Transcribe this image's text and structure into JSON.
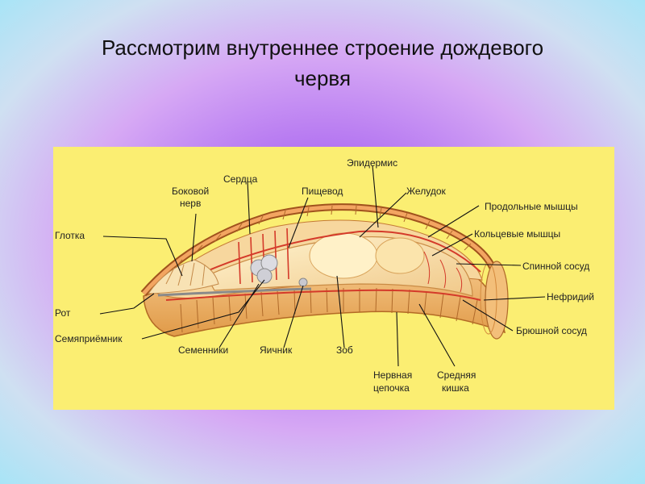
{
  "slide": {
    "title_line1": "Рассмотрим внутреннее строение дождевого",
    "title_line2": "червя"
  },
  "diagram": {
    "labels": {
      "epidermis": "Эпидермис",
      "hearts": "Сердца",
      "lateral_nerve_1": "Боковой",
      "lateral_nerve_2": "нерв",
      "esophagus": "Пищевод",
      "gizzard": "Желудок",
      "longitudinal_muscles": "Продольные мышцы",
      "pharynx": "Глотка",
      "circular_muscles": "Кольцевые мышцы",
      "dorsal_vessel": "Спинной сосуд",
      "nephridium": "Нефридий",
      "mouth": "Рот",
      "ventral_vessel": "Брюшной сосуд",
      "seminal_receptacle": "Семяприёмник",
      "testes": "Семенники",
      "ovary": "Яичник",
      "crop": "Зоб",
      "nerve_cord_1": "Нервная",
      "nerve_cord_2": "цепочка",
      "midgut_1": "Средняя",
      "midgut_2": "кишка"
    },
    "colors": {
      "background": "#fbee72",
      "body": "#e9a14a",
      "vessel": "#d43a2a",
      "gut": "#f6dca2",
      "leader": "#111111"
    }
  }
}
